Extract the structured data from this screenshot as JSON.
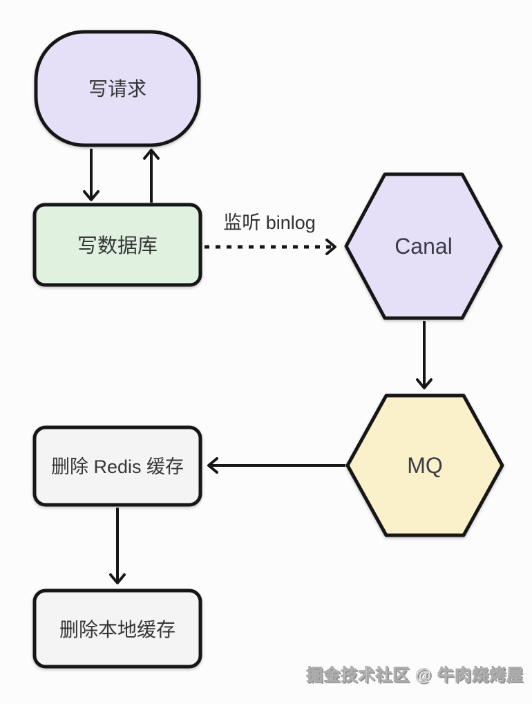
{
  "diagram": {
    "type": "flowchart",
    "watermark": "掘金技术社区 @ 牛肉烧烤屋",
    "nodes": {
      "write_request": {
        "label": "写请求",
        "shape": "stadium",
        "fill": "#E5E0F8"
      },
      "write_db": {
        "label": "写数据库",
        "shape": "rounded-rect",
        "fill": "#E0F1E0"
      },
      "canal": {
        "label": "Canal",
        "shape": "hexagon",
        "fill": "#E5E0F8"
      },
      "mq": {
        "label": "MQ",
        "shape": "hexagon",
        "fill": "#FAF0CA"
      },
      "delete_redis": {
        "label": "删除 Redis 缓存",
        "shape": "rounded-rect",
        "fill": "#F4F4F4"
      },
      "delete_local": {
        "label": "删除本地缓存",
        "shape": "rounded-rect",
        "fill": "#F4F4F4"
      }
    },
    "edges": [
      {
        "from": "write_request",
        "to": "write_db",
        "style": "solid",
        "label": ""
      },
      {
        "from": "write_db",
        "to": "write_request",
        "style": "solid",
        "label": ""
      },
      {
        "from": "write_db",
        "to": "canal",
        "style": "dashed",
        "label": "监听 binlog"
      },
      {
        "from": "canal",
        "to": "mq",
        "style": "solid",
        "label": ""
      },
      {
        "from": "mq",
        "to": "delete_redis",
        "style": "solid",
        "label": ""
      },
      {
        "from": "delete_redis",
        "to": "delete_local",
        "style": "solid",
        "label": ""
      }
    ],
    "colors": {
      "stroke": "#161616",
      "background": "#FCFCFC",
      "node_text": "#363636",
      "watermark_fill": "#FFFFFF",
      "watermark_shadow": "#8F8F8F"
    }
  }
}
